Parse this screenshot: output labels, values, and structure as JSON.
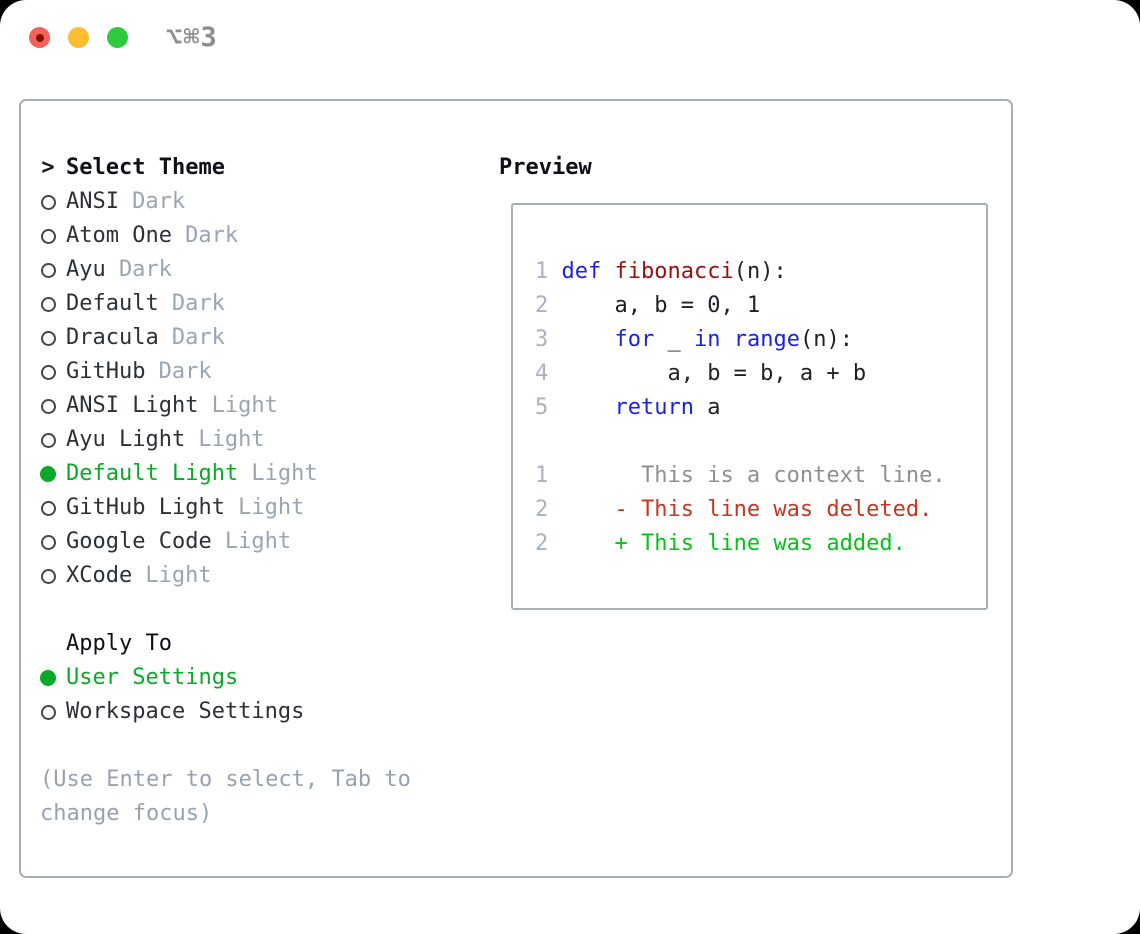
{
  "titlebar": {
    "shortcut": "⌥⌘3"
  },
  "theme_list": {
    "header_marker": ">",
    "header": "Select Theme",
    "items": [
      {
        "name": "ANSI",
        "variant": "Dark",
        "selected": false
      },
      {
        "name": "Atom One",
        "variant": "Dark",
        "selected": false
      },
      {
        "name": "Ayu",
        "variant": "Dark",
        "selected": false
      },
      {
        "name": "Default",
        "variant": "Dark",
        "selected": false
      },
      {
        "name": "Dracula",
        "variant": "Dark",
        "selected": false
      },
      {
        "name": "GitHub",
        "variant": "Dark",
        "selected": false
      },
      {
        "name": "ANSI Light",
        "variant": "Light",
        "selected": false
      },
      {
        "name": "Ayu Light",
        "variant": "Light",
        "selected": false
      },
      {
        "name": "Default Light",
        "variant": "Light",
        "selected": true
      },
      {
        "name": "GitHub Light",
        "variant": "Light",
        "selected": false
      },
      {
        "name": "Google Code",
        "variant": "Light",
        "selected": false
      },
      {
        "name": "XCode",
        "variant": "Light",
        "selected": false
      }
    ]
  },
  "apply_to": {
    "header": "Apply To",
    "options": [
      {
        "label": "User Settings",
        "selected": true
      },
      {
        "label": "Workspace Settings",
        "selected": false
      }
    ]
  },
  "hint": "(Use Enter to select, Tab to change focus)",
  "preview": {
    "title": "Preview",
    "lines": [
      [
        [
          "num",
          "1 "
        ],
        [
          "kw",
          "def "
        ],
        [
          "fn",
          "fibonacci"
        ],
        [
          "plain",
          "(n):"
        ]
      ],
      [
        [
          "num",
          "2 "
        ],
        [
          "plain",
          "    a, b = 0, 1"
        ]
      ],
      [
        [
          "num",
          "3 "
        ],
        [
          "plain",
          "    "
        ],
        [
          "kw",
          "for"
        ],
        [
          "plain",
          " _ "
        ],
        [
          "kw",
          "in"
        ],
        [
          "plain",
          " "
        ],
        [
          "kw",
          "range"
        ],
        [
          "plain",
          "(n):"
        ]
      ],
      [
        [
          "num",
          "4 "
        ],
        [
          "plain",
          "        a, b = b, a + b"
        ]
      ],
      [
        [
          "num",
          "5 "
        ],
        [
          "plain",
          "    "
        ],
        [
          "kw",
          "return"
        ],
        [
          "plain",
          " a"
        ]
      ],
      [],
      [
        [
          "num",
          "1 "
        ],
        [
          "ctx",
          "      This is a context line."
        ]
      ],
      [
        [
          "num",
          "2 "
        ],
        [
          "del",
          "    - This line was deleted."
        ]
      ],
      [
        [
          "num",
          "2 "
        ],
        [
          "add",
          "    + This line was added."
        ]
      ]
    ]
  },
  "colors": {
    "selection_green": "#09a929",
    "added_green": "#06c31a",
    "deleted_red": "#c8361f",
    "keyword_blue": "#1b23e2",
    "function_dark_red": "#9c0f0f",
    "muted_gray": "#9aa5b2",
    "border_gray": "#a6aeb8",
    "traffic_red": "#f4605a",
    "traffic_yellow": "#fcbd2f",
    "traffic_green": "#2dc93f"
  }
}
